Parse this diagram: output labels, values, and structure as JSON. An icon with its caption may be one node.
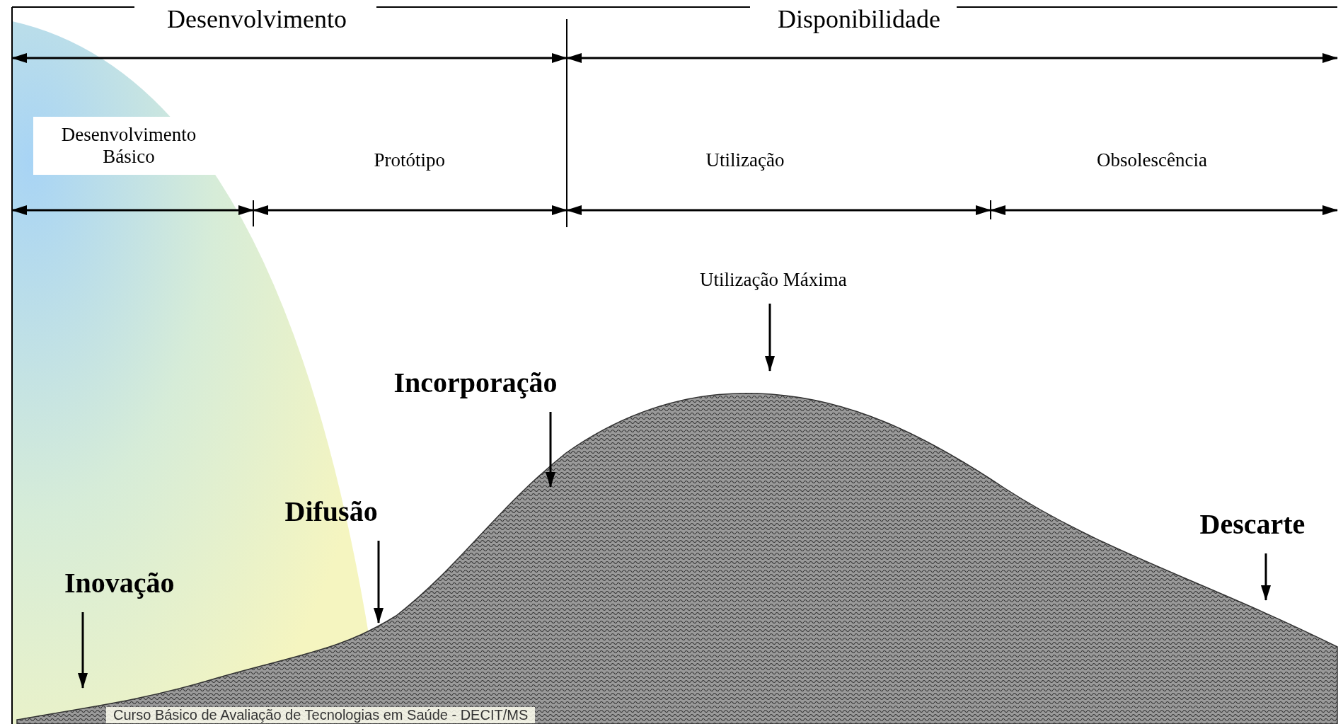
{
  "diagram": {
    "nodes": [
      {
        "text": [
          "Inovação"
        ]
      },
      {
        "text": [
          "Difusão"
        ]
      },
      {
        "text": [
          "Incorporação"
        ]
      },
      {
        "text": [
          "Utilização Máxima"
        ]
      },
      {
        "text": [
          "Descarte"
        ]
      }
    ],
    "edges": [
      {
        "from": 0,
        "to": null,
        "arrow": "to"
      },
      {
        "from": 1,
        "to": null,
        "arrow": "to"
      },
      {
        "from": 2,
        "to": null,
        "arrow": "to"
      },
      {
        "from": 3,
        "to": null,
        "arrow": "to"
      },
      {
        "from": 4,
        "to": null,
        "arrow": "to"
      }
    ],
    "labels": [
      "Desenvolvimento",
      "Disponibilidade",
      "Desenvolvimento Básico",
      "Protótipo",
      "Utilização",
      "Obsolescência",
      "Curso Básico de Avaliação de Tecnologias em Saúde - DECIT/MS"
    ]
  }
}
